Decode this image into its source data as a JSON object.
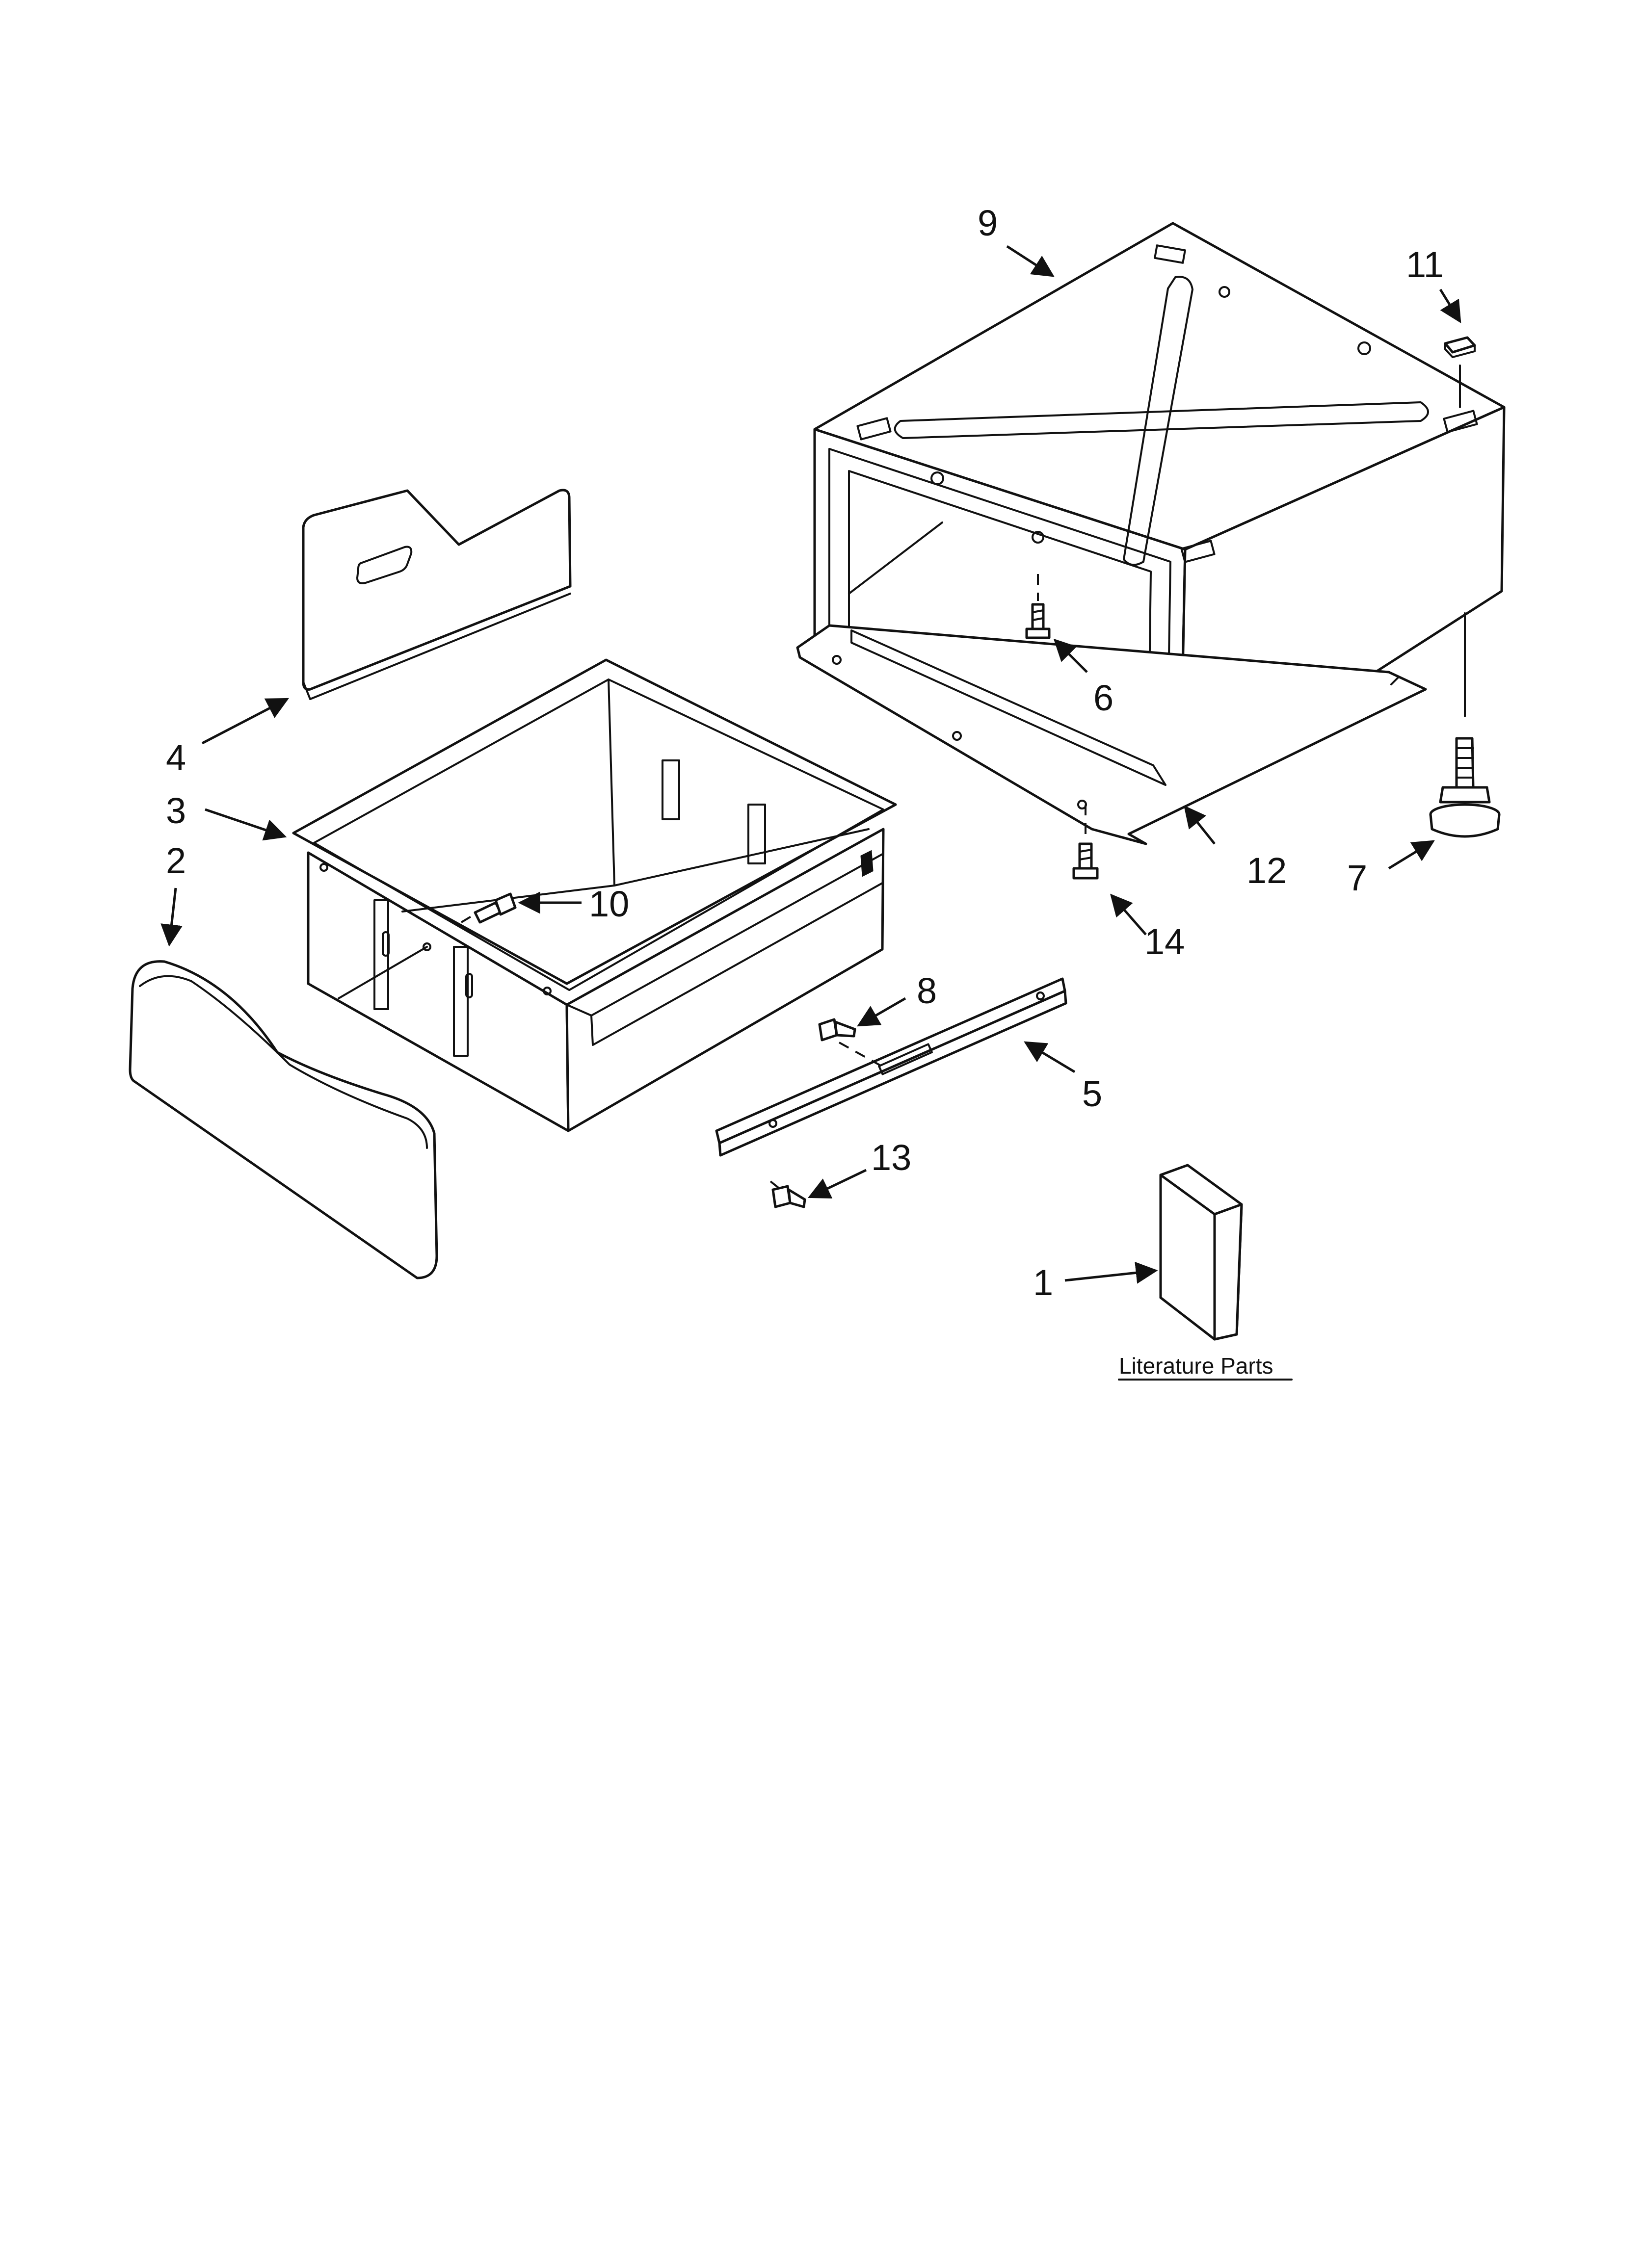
{
  "diagram": {
    "callouts": {
      "c1": "1",
      "c2": "2",
      "c3": "3",
      "c4": "4",
      "c5": "5",
      "c6": "6",
      "c7": "7",
      "c8": "8",
      "c9": "9",
      "c10": "10",
      "c11": "11",
      "c12": "12",
      "c13": "13",
      "c14": "14"
    },
    "caption": "Literature Parts"
  },
  "colors": {
    "ink": "#111111",
    "paper": "#ffffff"
  }
}
